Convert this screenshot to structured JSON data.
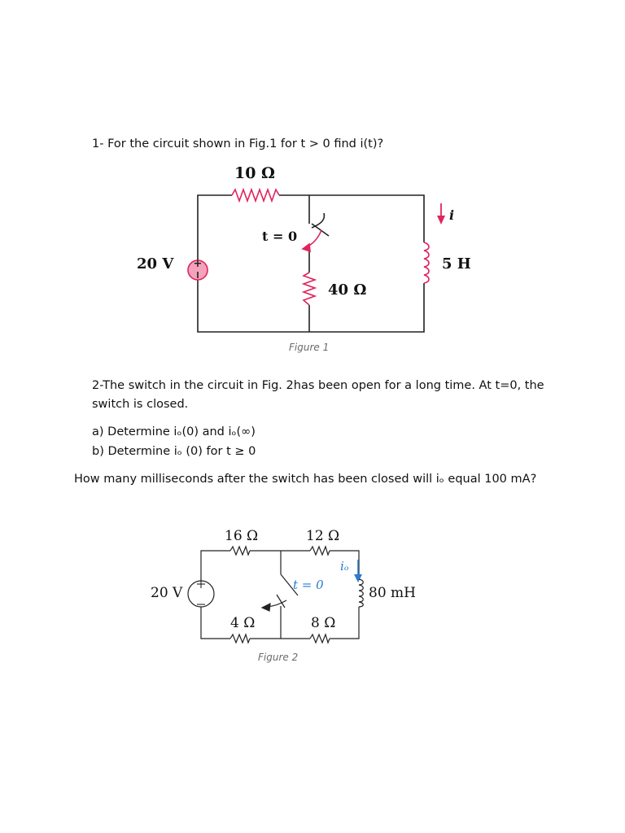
{
  "problem1": {
    "question": "1-  For the circuit shown in Fig.1 for t > 0 find i(t)?",
    "figure": {
      "caption": "Figure 1",
      "resistor_top": "10 Ω",
      "switch_label": "t = 0",
      "source_label": "20 V",
      "resistor_mid": "40 Ω",
      "current_label": "i",
      "inductor_label": "5 H",
      "accent_color": "#e0245e"
    }
  },
  "problem2": {
    "question_line1": "2-The switch in the circuit in Fig. 2has been open for a long time. At t=0, the",
    "question_line2": "switch is closed.",
    "part_a": "a)  Determine iₒ(0) and iₒ(∞)",
    "part_b": "b)  Determine iₒ (0) for t ≥ 0",
    "followup": "How many milliseconds after the switch has been closed will iₒ equal 100 mA?",
    "figure": {
      "caption": "Figure 2",
      "resistor_16": "16 Ω",
      "resistor_12": "12 Ω",
      "resistor_4": "4 Ω",
      "resistor_8": "8 Ω",
      "source_label": "20 V",
      "switch_label": "t = 0",
      "current_label": "iₒ",
      "inductor_label": "80 mH",
      "accent_color": "#2b7bd1"
    }
  }
}
